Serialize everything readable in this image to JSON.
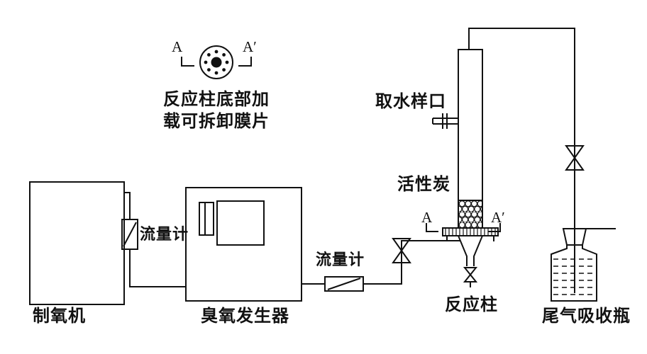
{
  "labels": {
    "top_view_a": "A",
    "top_view_a_prime": "A′",
    "membrane_note_line1": "反应柱底部加",
    "membrane_note_line2": "载可拆卸膜片",
    "oxygen_generator": "制氧机",
    "flow_meter_left": "流量计",
    "ozone_generator": "臭氧发生器",
    "flow_meter_mid": "流量计",
    "water_sampling_port": "取水样口",
    "activated_carbon": "活性炭",
    "section_a": "A",
    "section_a_prime": "A′",
    "reaction_column": "反应柱",
    "tail_gas_bottle": "尾气吸收瓶"
  },
  "colors": {
    "line": "#111111",
    "background": "#ffffff"
  }
}
